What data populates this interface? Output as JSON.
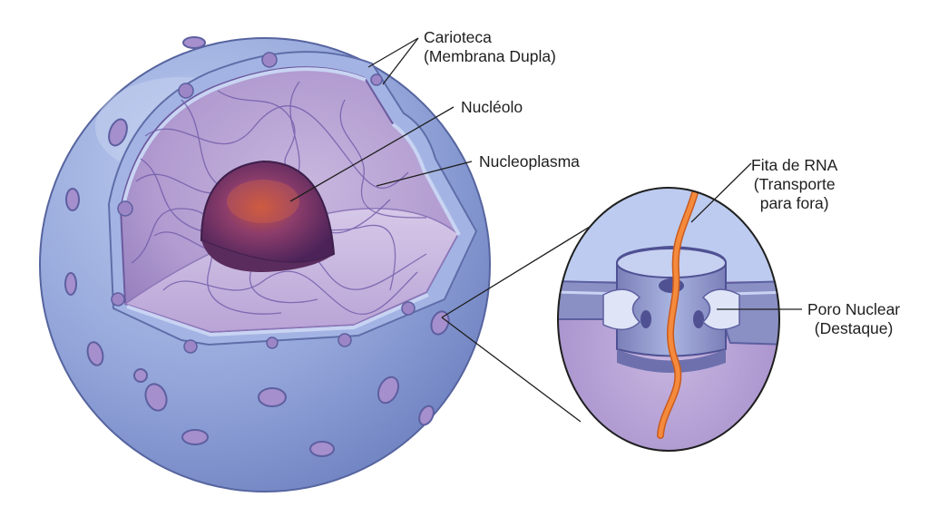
{
  "labels": {
    "carioteca": {
      "line1": "Carioteca",
      "line2": "(Membrana Dupla)"
    },
    "nucleolo": {
      "line1": "Nucléolo"
    },
    "nucleoplasma": {
      "line1": "Nucleoplasma"
    },
    "fita_rna": {
      "line1": "Fita de RNA",
      "line2": "(Transporte",
      "line3": "para fora)"
    },
    "poro_nuclear": {
      "line1": "Poro Nuclear",
      "line2": "(Destaque)"
    }
  },
  "colors": {
    "envelope": "#93a6d8",
    "envelope_dark": "#6f83c2",
    "interior": "#ad98cc",
    "nucleolus": "#7e3d6a",
    "rna": "#f58a3c"
  }
}
